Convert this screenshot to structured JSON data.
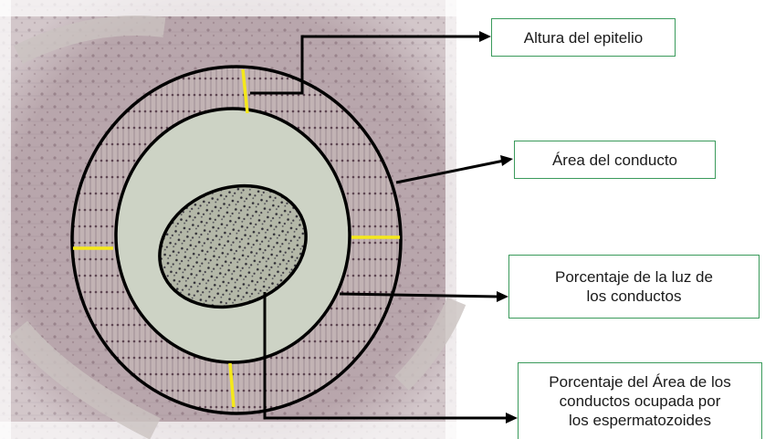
{
  "labels": {
    "epithelium_height": "Altura del epitelio",
    "duct_area": "Área del conducto",
    "lumen_percentage_line1": "Porcentaje  de la luz de",
    "lumen_percentage_line2": "los conductos",
    "sperm_area_line1": "Porcentaje del Área de los",
    "sperm_area_line2": "conductos  ocupada por",
    "sperm_area_line3": "los espermatozoides"
  },
  "colors": {
    "tissue_background": "#b9a8ad",
    "lumen": "#cdd3c5",
    "outline": "#000000",
    "measure_marks": "#f4e81a",
    "box_border": "#3a9a5b"
  }
}
